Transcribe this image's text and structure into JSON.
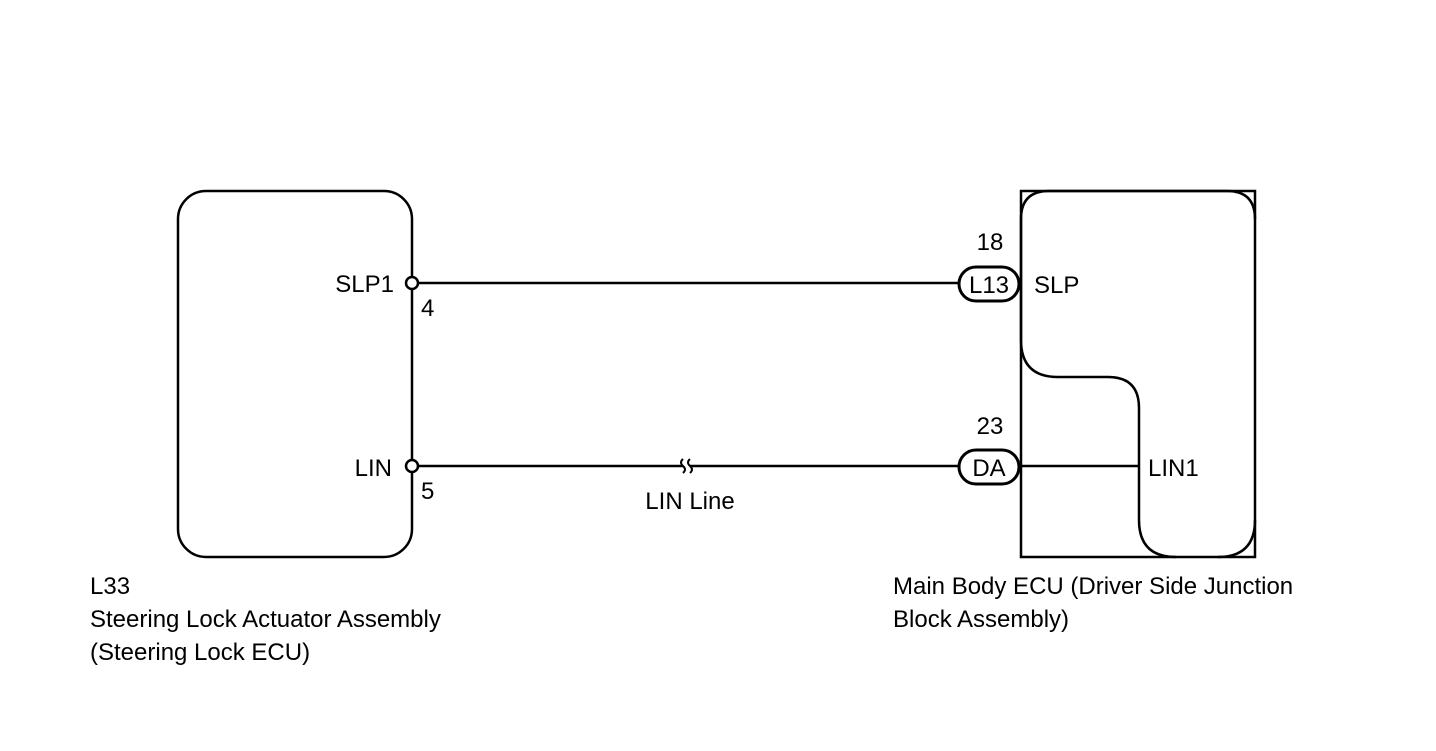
{
  "left_component": {
    "code": "L33",
    "name_line1": "Steering Lock Actuator Assembly",
    "name_line2": "(Steering Lock ECU)",
    "terminals": [
      {
        "name": "SLP1",
        "pin": "4"
      },
      {
        "name": "LIN",
        "pin": "5"
      }
    ]
  },
  "right_component": {
    "name_line1": "Main Body ECU (Driver Side Junction",
    "name_line2": "Block Assembly)",
    "terminals": [
      {
        "name": "SLP",
        "pin": "18",
        "connector": "L13"
      },
      {
        "name": "LIN1",
        "pin": "23",
        "connector": "DA"
      }
    ]
  },
  "wires": {
    "lin_line_label": "LIN Line"
  }
}
